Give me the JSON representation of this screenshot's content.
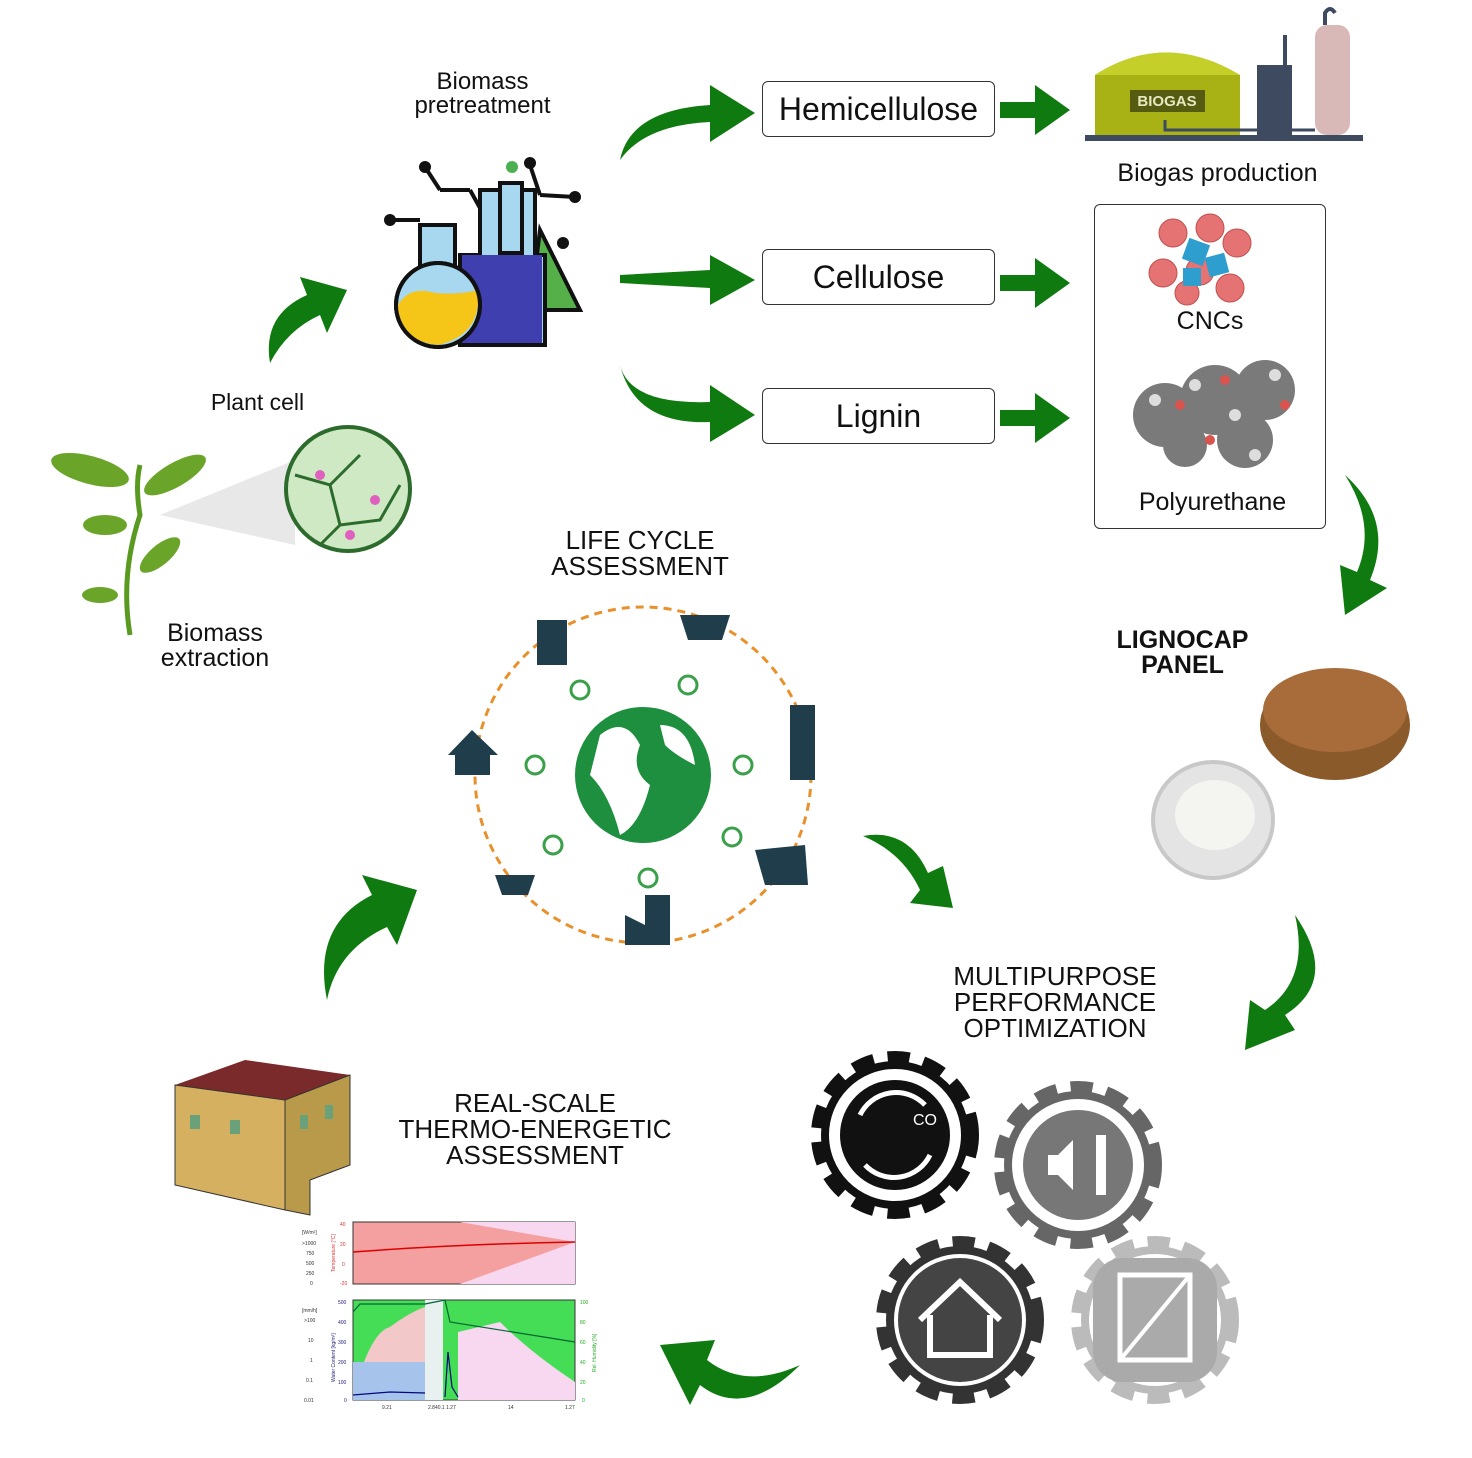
{
  "colors": {
    "arrow_green": "#0f7a0f",
    "lca_orange": "#e8902a",
    "globe_green": "#1e8f3e",
    "icon_dark": "#1f3d4a"
  },
  "pretreatment": {
    "label_line1": "Biomass",
    "label_line2": "pretreatment"
  },
  "fractions": [
    {
      "label": "Hemicellulose"
    },
    {
      "label": "Cellulose"
    },
    {
      "label": "Lignin"
    }
  ],
  "biogas": {
    "tank_label": "BIOGAS",
    "caption": "Biogas production"
  },
  "products": {
    "cncs": "CNCs",
    "polyurethane": "Polyurethane"
  },
  "panel": {
    "line1": "LIGNOCAP",
    "line2": "PANEL"
  },
  "optimization": {
    "line1": "MULTIPURPOSE",
    "line2": "PERFORMANCE",
    "line3": "OPTIMIZATION",
    "co2": "CO"
  },
  "thermo": {
    "line1": "REAL-SCALE",
    "line2": "THERMO-ENERGETIC",
    "line3": "ASSESSMENT"
  },
  "chart": {
    "top_ylabel": "Temperature [°C]",
    "top_left_unit": "[W/m²]",
    "top_ticks": [
      "40",
      "20",
      "0",
      "-20"
    ],
    "top_left_ticks": [
      ">1000",
      "750",
      "500",
      "250",
      "0"
    ],
    "bottom_ylabel": "Water Content [kg/m³]",
    "bottom_right_label": "Rel. Humidity [%]",
    "bottom_left_unit": "[mm/h]",
    "bottom_ticks": [
      "500",
      "400",
      "300",
      "200",
      "100",
      "0"
    ],
    "bottom_right_ticks": [
      "100",
      "80",
      "60",
      "40",
      "20",
      "0"
    ],
    "bottom_left_ticks": [
      ">100",
      "10",
      "1",
      "0.1",
      "0.01"
    ],
    "x_ticks": [
      "9.21",
      "2.840.1",
      "1.27",
      "14",
      "1.27"
    ]
  },
  "lca": {
    "line1": "LIFE CYCLE",
    "line2": "ASSESSMENT"
  },
  "plant": {
    "cell_label": "Plant cell",
    "extraction_line1": "Biomass",
    "extraction_line2": "extraction"
  }
}
